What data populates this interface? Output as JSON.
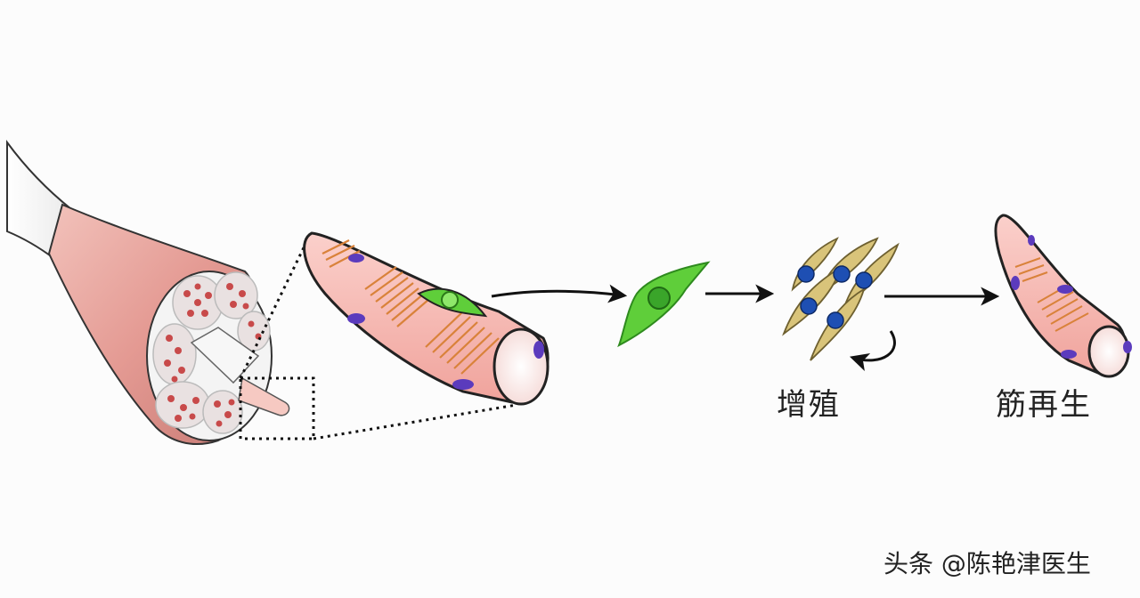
{
  "labels": {
    "proliferation": "增殖",
    "regeneration": "筋再生"
  },
  "watermark": "头条 @陈艳津医生",
  "colors": {
    "muscle_pink": "#f3b5ad",
    "muscle_dark": "#c76a67",
    "stripe": "#d9823a",
    "satellite_cell": "#5fce3a",
    "nucleus_blue": "#1e4fb3",
    "myoblast": "#d9c47a",
    "nucleus_purple": "#5b3bbd",
    "arrow": "#111111"
  },
  "icons": [
    "muscle-bundle-icon",
    "muscle-fiber-icon",
    "satellite-cell-icon",
    "myoblast-cluster-icon",
    "regenerated-fiber-icon"
  ]
}
